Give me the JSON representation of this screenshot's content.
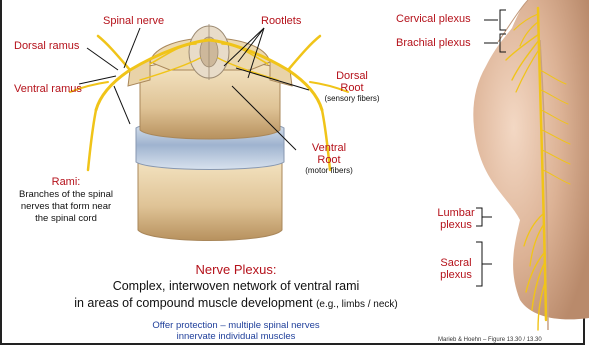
{
  "labels": {
    "spinal_nerve": "Spinal nerve",
    "rootlets": "Rootlets",
    "dorsal_ramus": "Dorsal ramus",
    "ventral_ramus": "Ventral ramus",
    "dorsal_root_1": "Dorsal",
    "dorsal_root_2": "Root",
    "dorsal_root_sub": "(sensory fibers)",
    "ventral_root_1": "Ventral",
    "ventral_root_2": "Root",
    "ventral_root_sub": "(motor fibers)",
    "rami_title": "Rami:",
    "rami_desc_1": "Branches of the spinal",
    "rami_desc_2": "nerves that form near",
    "rami_desc_3": "the spinal cord",
    "cervical_plexus": "Cervical plexus",
    "brachial_plexus": "Brachial plexus",
    "lumbar_1": "Lumbar",
    "lumbar_2": "plexus",
    "sacral_1": "Sacral",
    "sacral_2": "plexus"
  },
  "plexus_section": {
    "title": "Nerve Plexus:",
    "line1": "Complex, interwoven network of ventral rami",
    "line2_main": "in areas of compound muscle development",
    "line2_example": "(e.g., limbs / neck)",
    "protection_1": "Offer protection – multiple spinal nerves",
    "protection_2": "innervate individual muscles"
  },
  "citation": "Marieb & Hoehn – Figure 13.30 / 13.30"
}
